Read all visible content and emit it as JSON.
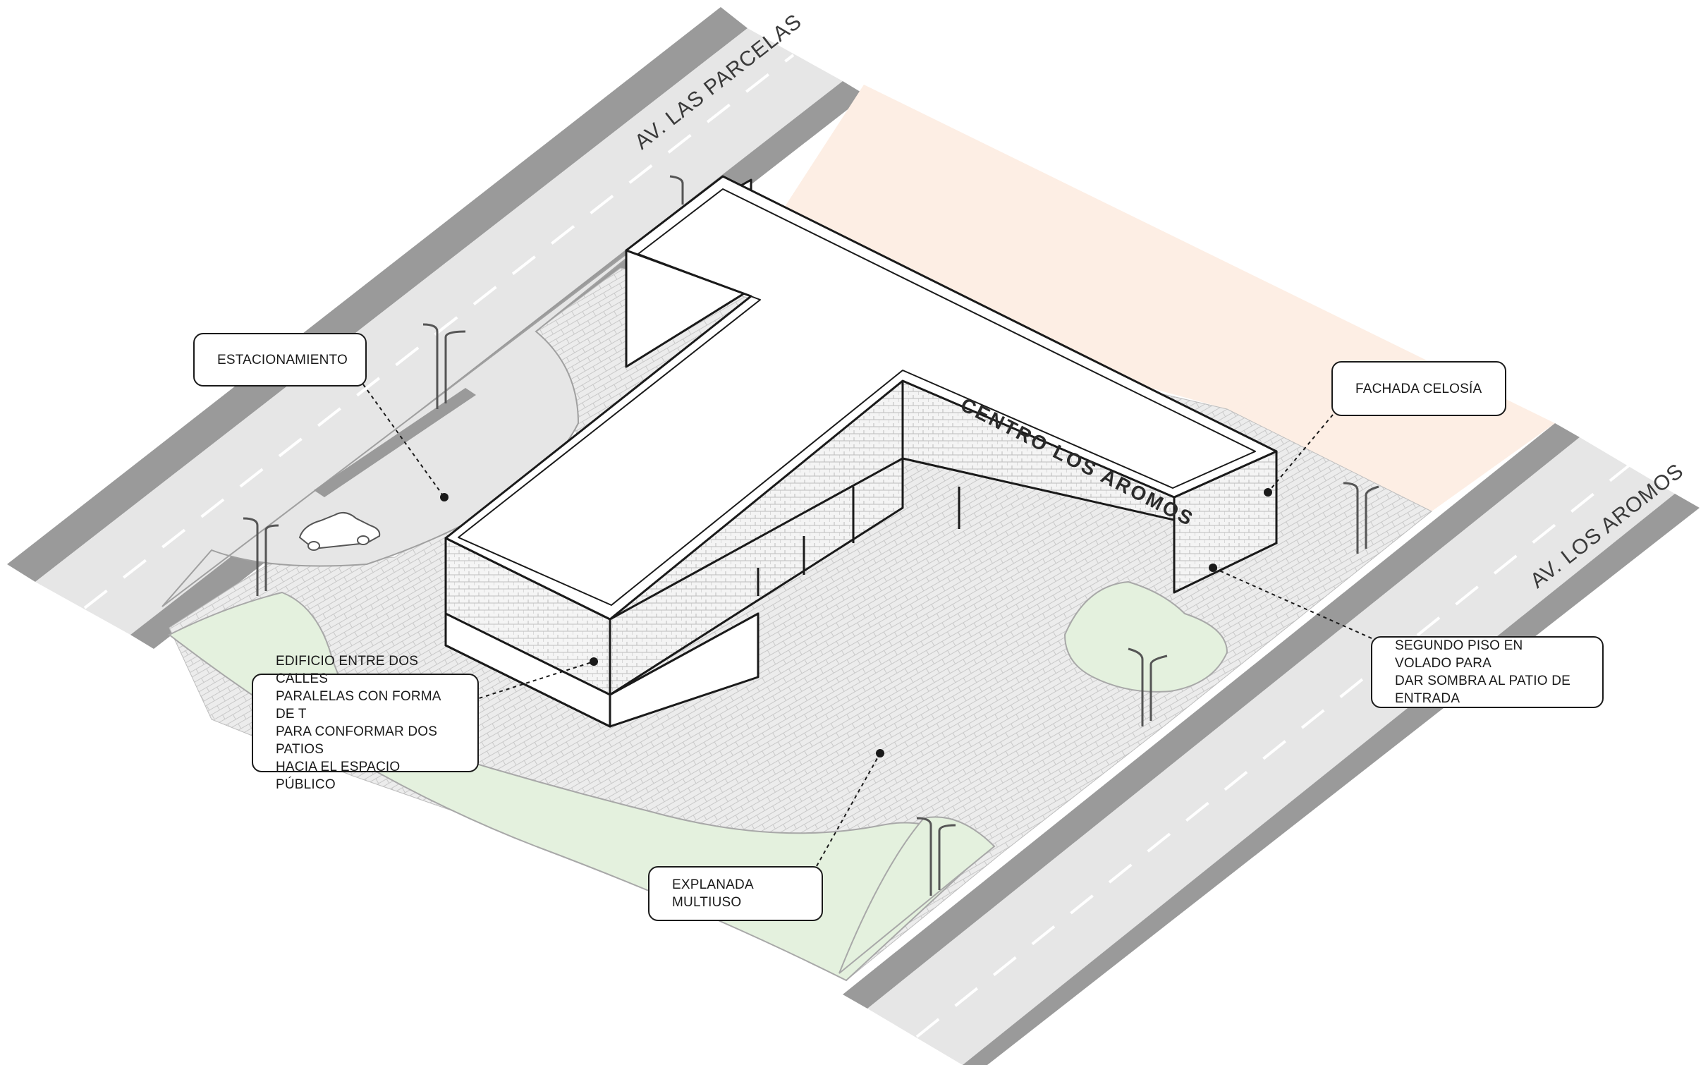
{
  "streets": {
    "north": "AV. LAS PARCELAS",
    "south": "AV. LOS AROMOS"
  },
  "building": {
    "sign": "CENTRO LOS AROMOS"
  },
  "callouts": {
    "parking": "ESTACIONAMIENTO",
    "facade": "FACHADA CELOSÍA",
    "cantilever": "SEGUNDO PISO EN VOLADO PARA\nDAR SOMBRA AL PATIO DE ENTRADA",
    "building": "EDIFICIO ENTRE DOS CALLES\nPARALELAS CON FORMA DE T\nPARA CONFORMAR DOS PATIOS\nHACIA EL ESPACIO PÚBLICO",
    "plaza": "EXPLANADA MULTIUSO"
  },
  "colors": {
    "road": "#e6e6e6",
    "road_edge": "#9a9a9a",
    "paving": "#ececec",
    "grass": "#e4f1de",
    "lot": "#fdeee4",
    "roof": "#ffffff",
    "line": "#1a1a1a"
  }
}
